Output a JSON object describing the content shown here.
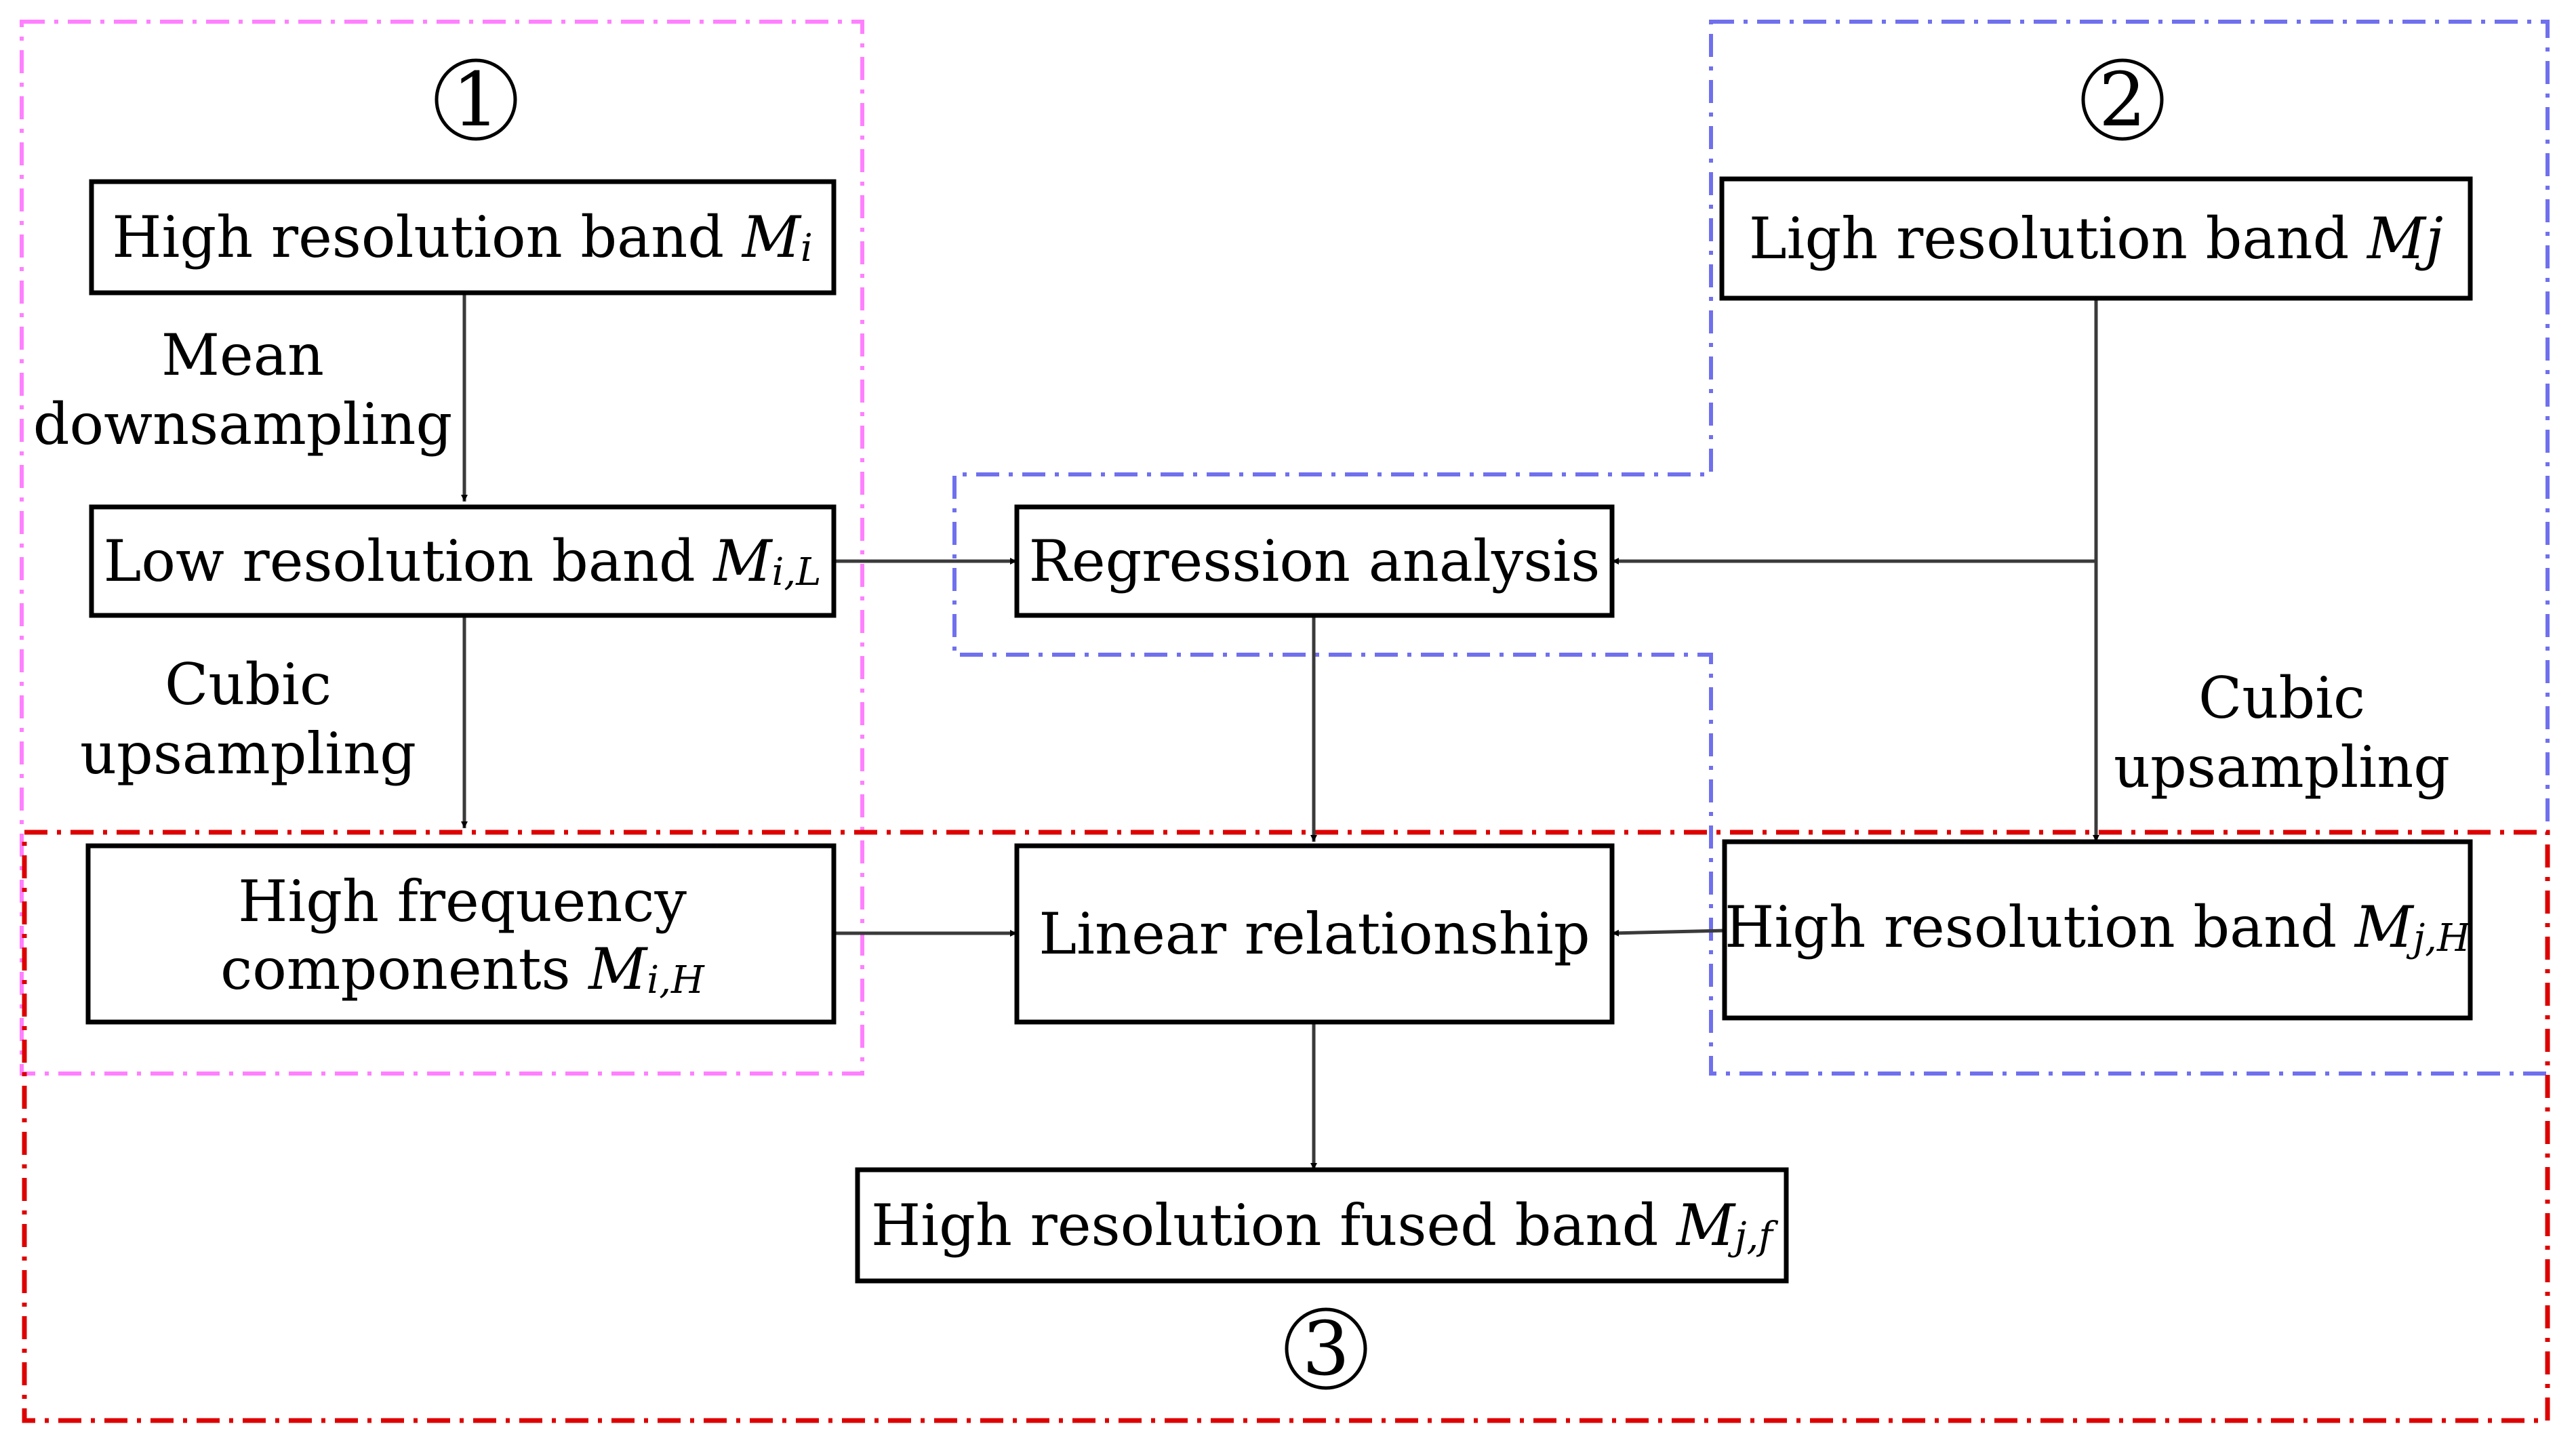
{
  "regions": [
    {
      "id": "1",
      "label": "①",
      "color": "#ff80ff"
    },
    {
      "id": "2",
      "label": "②",
      "color": "#7070ee"
    },
    {
      "id": "3",
      "label": "③",
      "color": "#dd0000"
    }
  ],
  "nodes": {
    "high_res_band_mi": {
      "text": "High resolution band ",
      "symbol": "M",
      "subscript": "i"
    },
    "low_res_band_mil": {
      "text": "Low resolution band ",
      "symbol": "M",
      "subscript": "i,L"
    },
    "high_freq_components": {
      "line1": "High frequency",
      "line2": "components ",
      "symbol": "M",
      "subscript": "i,H"
    },
    "ligh_res_band_mj": {
      "text": "Ligh resolution band ",
      "symbol": "Mj"
    },
    "regression_analysis": {
      "text": "Regression analysis"
    },
    "linear_relationship": {
      "text": "Linear relationship"
    },
    "high_res_band_mjh": {
      "text": "High resolution band ",
      "symbol": "M",
      "subscript": "j,H"
    },
    "high_res_fused_band": {
      "text": "High resolution fused band ",
      "symbol": "M",
      "subscript": "j,f"
    }
  },
  "edge_labels": {
    "mean_downsampling": {
      "line1": "Mean",
      "line2": "downsampling"
    },
    "cubic_upsampling_left": {
      "line1": "Cubic",
      "line2": "upsampling"
    },
    "cubic_upsampling_right": {
      "line1": "Cubic",
      "line2": "upsampling"
    }
  }
}
